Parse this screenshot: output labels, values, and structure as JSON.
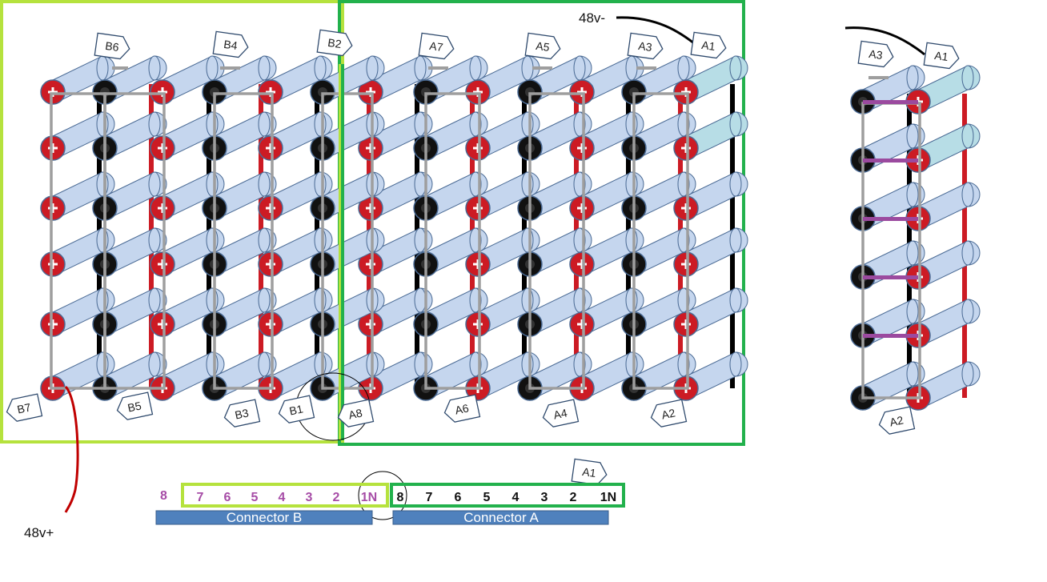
{
  "voltage": {
    "negative": "48v-",
    "positive": "48v+"
  },
  "main_pack_tags": {
    "top": [
      "B6",
      "B4",
      "B2",
      "A7",
      "A5",
      "A3",
      "A1"
    ],
    "bottom": [
      "B7",
      "B5",
      "B3",
      "B1",
      "A8",
      "A6",
      "A4",
      "A2"
    ]
  },
  "side_pack_tags": {
    "top": [
      "A3",
      "A1"
    ],
    "bottom": [
      "A2"
    ]
  },
  "connector_tag": "A1",
  "connector_b": {
    "label": "Connector B",
    "outside_pin": "8",
    "pins": [
      "7",
      "6",
      "5",
      "4",
      "3",
      "2",
      "1N"
    ]
  },
  "connector_a": {
    "label": "Connector A",
    "pins": [
      "8",
      "7",
      "6",
      "5",
      "4",
      "3",
      "2",
      "1N"
    ]
  },
  "colors": {
    "group_b": "#b5e23d",
    "group_a": "#22b14c",
    "cell": "#c5d6ee",
    "cell_teal": "#b7dde6",
    "positive": "#cc1b24",
    "bus_bar": "#9e9e9e",
    "parallel_link": "#9b4a9f",
    "lead_positive": "#c00000",
    "connector_bar": "#4f81bd"
  }
}
